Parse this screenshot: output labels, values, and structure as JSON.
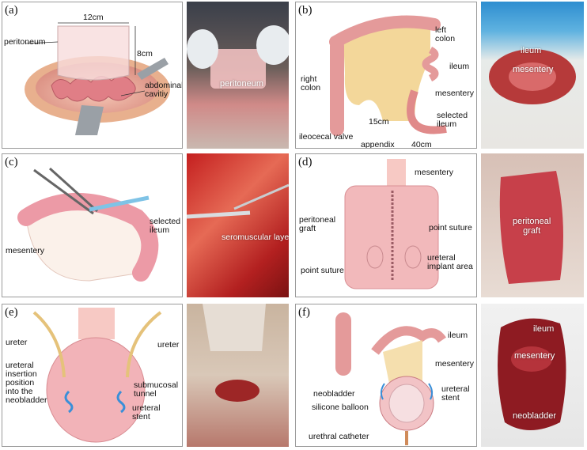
{
  "panels": [
    {
      "id": "a",
      "letter": "(a)",
      "labels": {
        "peritoneum": "peritoneum",
        "width": "12cm",
        "height": "8cm",
        "cavity": "abdominal\ncavitiy"
      },
      "photo_labels": {
        "peritoneum": "peritoneum"
      }
    },
    {
      "id": "b",
      "letter": "(b)",
      "labels": {
        "left_colon": "left\ncolon",
        "ileum": "ileum",
        "right_colon": "right\ncolon",
        "mesentery": "mesentery",
        "selected_ileum": "selected\nileum",
        "len15": "15cm",
        "ileocecal": "ileocecal valve",
        "appendix": "appendix",
        "len40": "40cm"
      },
      "photo_labels": {
        "ileum": "ileum",
        "mesentery": "mesentery"
      }
    },
    {
      "id": "c",
      "letter": "(c)",
      "labels": {
        "selected_ileum": "selected\nileum",
        "mesentery": "mesentery"
      },
      "photo_labels": {
        "seromuscular": "seromuscular layer"
      }
    },
    {
      "id": "d",
      "letter": "(d)",
      "labels": {
        "mesentery": "mesentery",
        "graft": "peritoneal\ngraft",
        "point_suture": "point suture",
        "implant": "ureteral\nimplant area",
        "point_suture2": "point suture"
      },
      "photo_labels": {
        "graft": "peritoneal\ngraft"
      }
    },
    {
      "id": "e",
      "letter": "(e)",
      "labels": {
        "ureter_l": "ureter",
        "ureter_r": "ureter",
        "insertion": "ureteral\ninsertion\nposition\ninto the\nneobladder",
        "tunnel": "submucosal\ntunnel",
        "stent": "ureteral\nstent"
      },
      "photo_labels": {}
    },
    {
      "id": "f",
      "letter": "(f)",
      "labels": {
        "ileum": "ileum",
        "mesentery": "mesentery",
        "neobladder": "neobladder",
        "balloon": "silicone balloon",
        "stent": "ureteral\nstent",
        "catheter": "urethral catheter"
      },
      "photo_labels": {
        "ileum": "ileum",
        "mesentery": "mesentery",
        "neobladder": "neobladder"
      }
    }
  ],
  "colors": {
    "tissue": "#e9a6a0",
    "tissue_dark": "#c8615f",
    "mesentery": "#f3d79a",
    "photo_red": "#b02b2b",
    "stent": "#3a8fd8"
  }
}
